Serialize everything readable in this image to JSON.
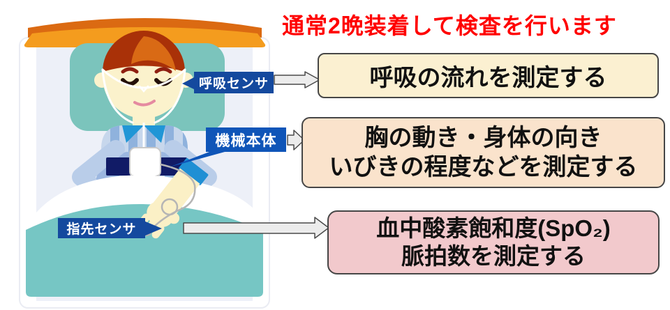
{
  "title": {
    "text": "通常2晩装着して検査を行います"
  },
  "scene": {
    "sensor_labels": {
      "breath": "呼吸センサ",
      "device": "機械本体",
      "finger": "指先センサ"
    }
  },
  "boxes": {
    "breath": {
      "lines": [
        "呼吸の流れを測定する"
      ]
    },
    "chest": {
      "lines": [
        "胸の動き・身体の向き",
        "いびきの程度などを測定する"
      ]
    },
    "oximeter": {
      "lines": [
        "血中酸素飽和度(SpO₂)",
        "脈拍数を測定する"
      ]
    }
  },
  "palette": {
    "title_red": "#FF0000",
    "label_navy": "#14499E",
    "label_blue": "#0F55B8",
    "box_breath_bg": "#FBF0D1",
    "box_chest_bg": "#FAE3CC",
    "box_oximeter_bg": "#F2C9CC",
    "box_border": "#464646",
    "arrow_fill": "#ECECEC",
    "arrow_border": "#4A4A4A",
    "bed_orange": "#F49C1E",
    "bed_orange_dark": "#DB6A12",
    "pillow_teal": "#7BC4BC",
    "blanket_teal": "#76C6C4",
    "pajama_stripe_blue": "#8FB2DD",
    "collar_blue": "#2096D6",
    "belt_navy": "#111B66",
    "skin": "#FBF2CC",
    "hair_dark": "#A93108",
    "hair_orange": "#D96A15"
  }
}
